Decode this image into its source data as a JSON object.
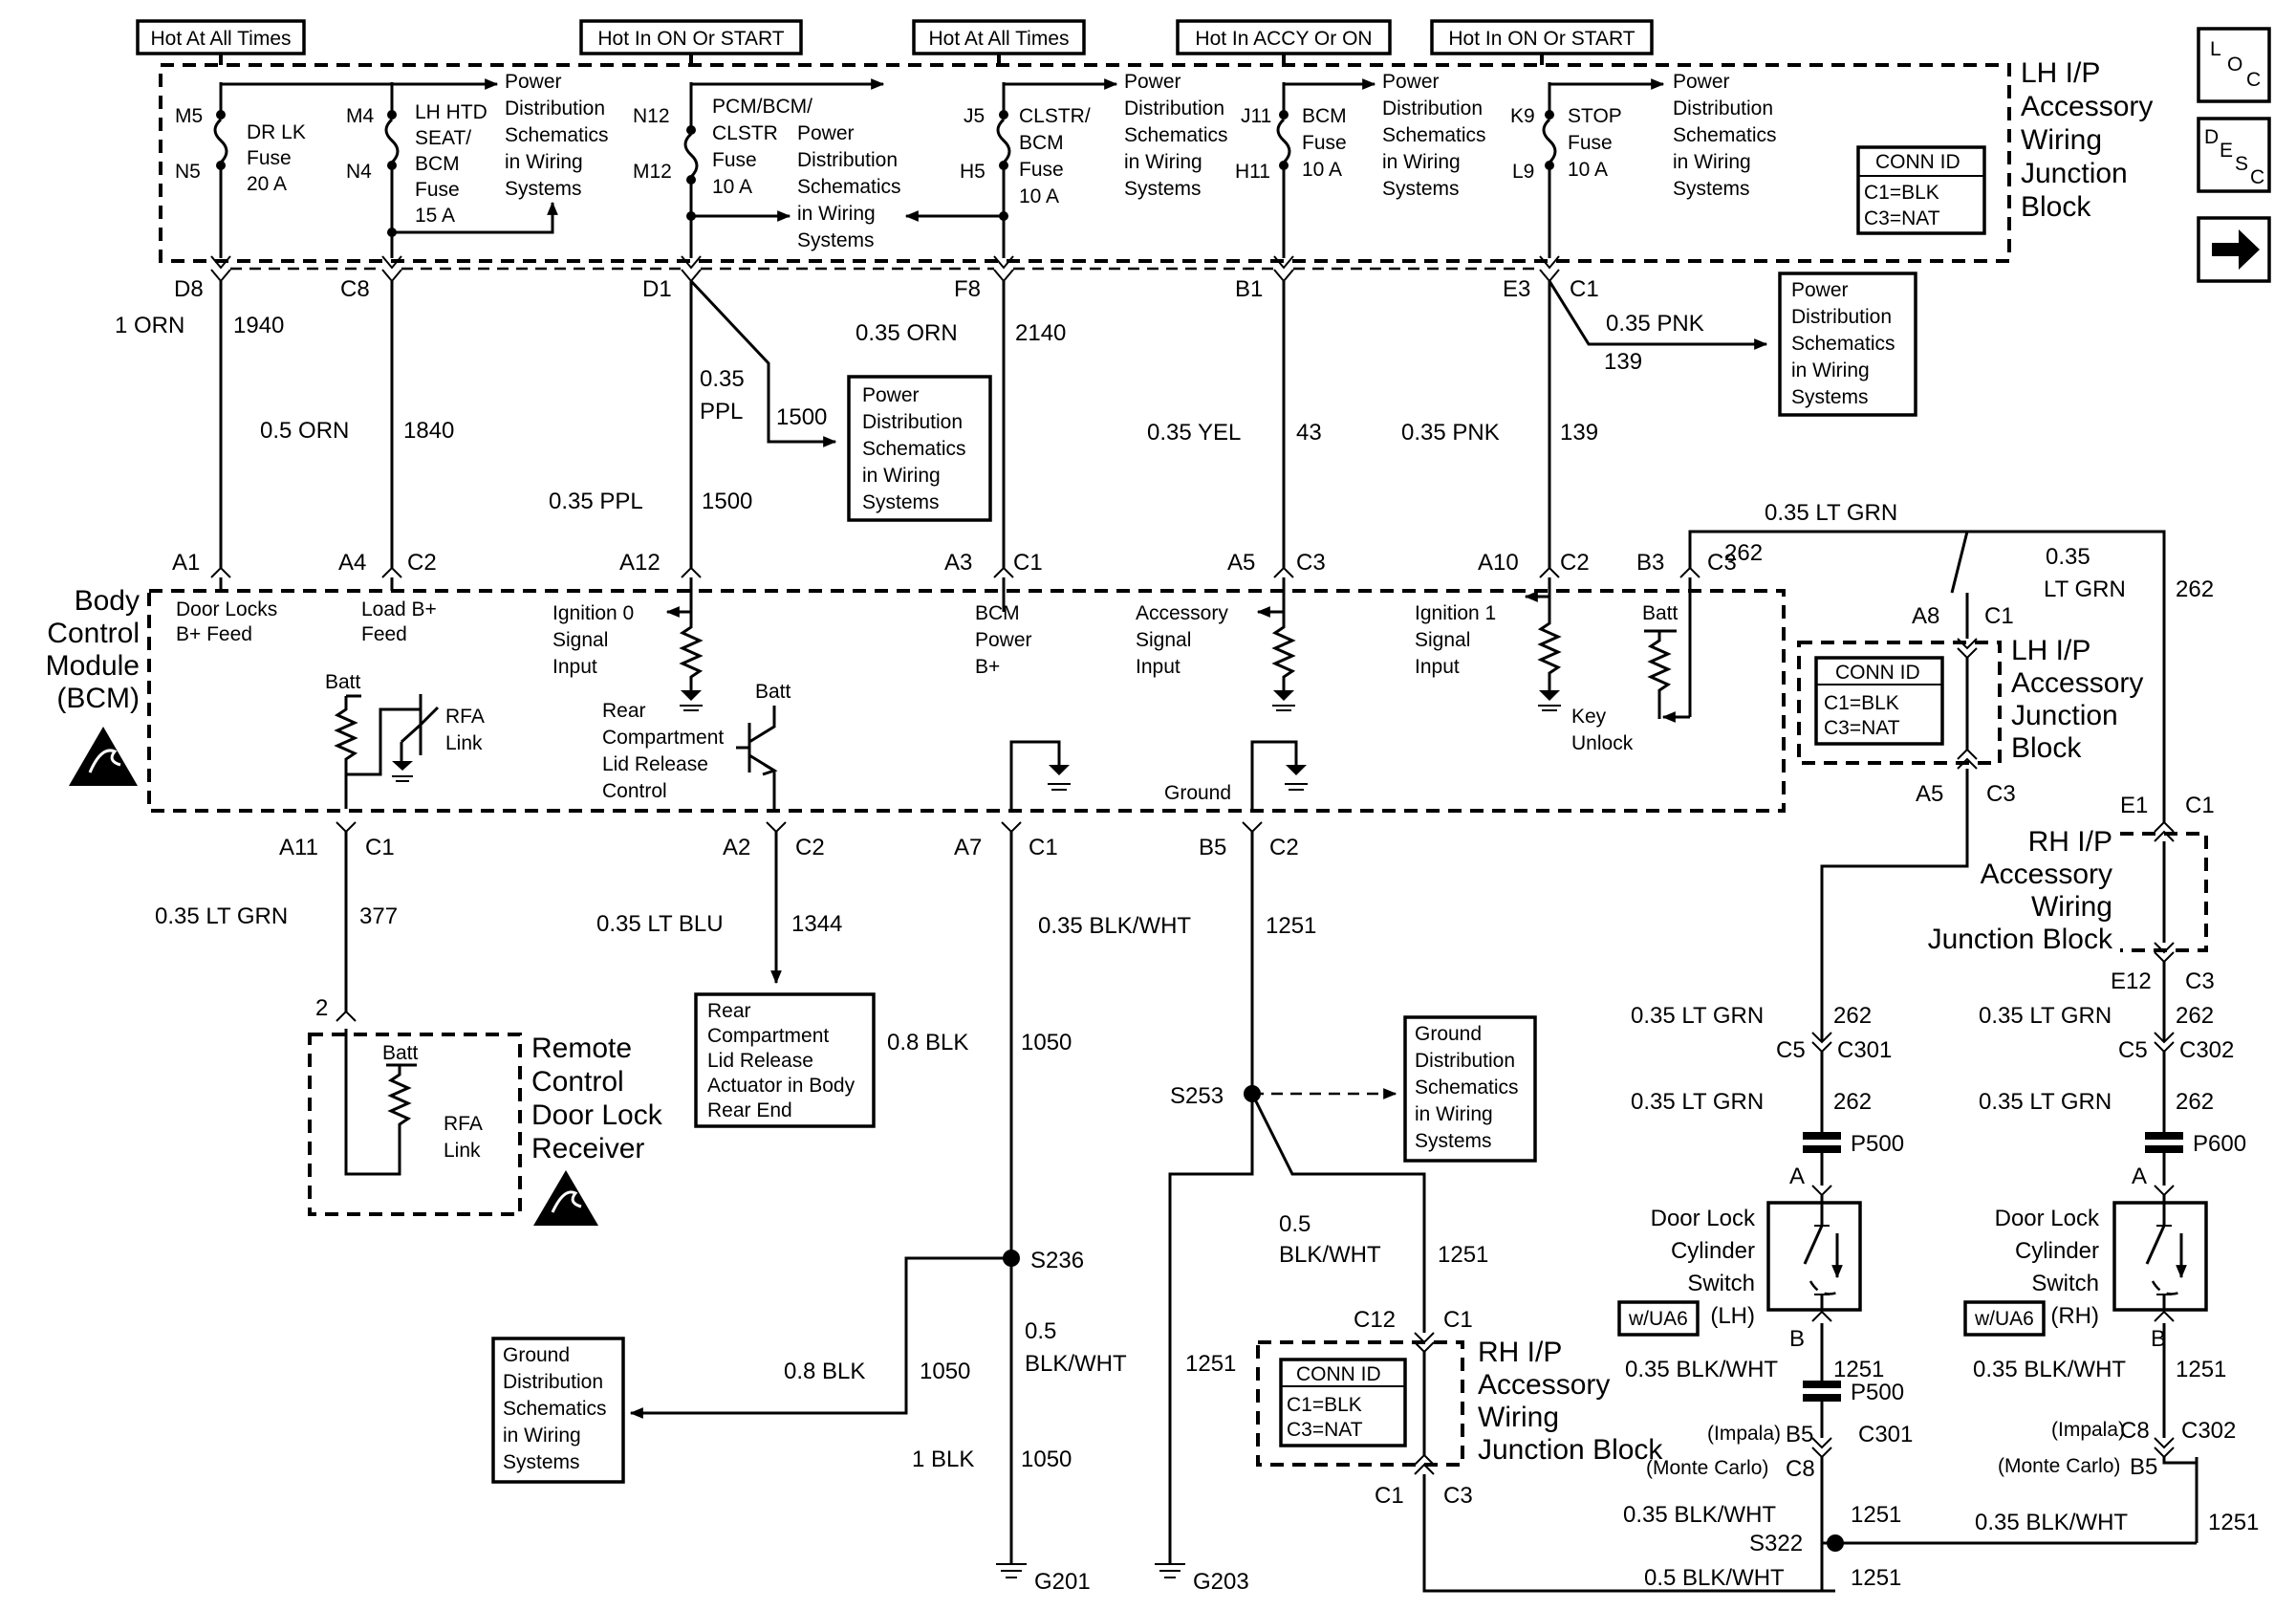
{
  "hot_labels": {
    "h1": "Hot At All Times",
    "h2": "Hot In ON Or START",
    "h3": "Hot At All Times",
    "h4": "Hot In ACCY Or ON",
    "h5": "Hot In ON Or START"
  },
  "junction_block_title": [
    "LH I/P",
    "Accessory",
    "Wiring",
    "Junction",
    "Block"
  ],
  "nav": {
    "loc": [
      "L",
      "O",
      "C"
    ],
    "desc": [
      "D",
      "E",
      "S",
      "C"
    ]
  },
  "fuses": [
    {
      "top": "M5",
      "bottom": "N5",
      "name": [
        "DR LK",
        "Fuse",
        "20 A"
      ]
    },
    {
      "top": "M4",
      "bottom": "N4",
      "name": [
        "LH HTD",
        "SEAT/",
        "BCM",
        "Fuse",
        "15 A"
      ]
    },
    {
      "top": "N12",
      "bottom": "M12",
      "name": [
        "PCM/BCM/",
        "CLSTR",
        "Fuse",
        "10 A"
      ]
    },
    {
      "top": "J5",
      "bottom": "H5",
      "name": [
        "CLSTR/",
        "BCM",
        "Fuse",
        "10 A"
      ]
    },
    {
      "top": "J11",
      "bottom": "H11",
      "name": [
        "BCM",
        "Fuse",
        "10 A"
      ]
    },
    {
      "top": "K9",
      "bottom": "L9",
      "name": [
        "STOP",
        "Fuse",
        "10 A"
      ]
    }
  ],
  "pd_text": [
    "Power",
    "Distribution",
    "Schematics",
    "in Wiring",
    "Systems"
  ],
  "gd_text": [
    "Ground",
    "Distribution",
    "Schematics",
    "in Wiring",
    "Systems"
  ],
  "conn_id": {
    "title": "CONN ID",
    "c1": "C1=BLK",
    "c3": "C3=NAT"
  },
  "pins_top": {
    "d8": "D8",
    "c8": "C8",
    "d1": "D1",
    "f8": "F8",
    "b1": "B1",
    "e3": "E3",
    "c1": "C1"
  },
  "wires": {
    "w1940": {
      "gauge": "1 ORN",
      "circuit": "1940"
    },
    "w1840": {
      "gauge": "0.5 ORN",
      "circuit": "1840"
    },
    "w1500a": {
      "gauge": [
        "0.35",
        "PPL"
      ],
      "circuit": "1500"
    },
    "w1500b": {
      "gauge": "0.35 PPL",
      "circuit": "1500"
    },
    "w2140": {
      "gauge": "0.35 ORN",
      "circuit": "2140"
    },
    "w43": {
      "gauge": "0.35 YEL",
      "circuit": "43"
    },
    "w139a": {
      "gauge": "0.35 PNK",
      "circuit": "139"
    },
    "w139b": {
      "gauge": "0.35 PNK",
      "circuit": "139"
    },
    "w262a": {
      "gauge": "0.35 LT GRN",
      "circuit": "262"
    },
    "w262b": {
      "gauge": [
        "0.35",
        "LT GRN"
      ],
      "circuit": "262"
    },
    "w377": {
      "gauge": "0.35 LT GRN",
      "circuit": "377"
    },
    "w1344": {
      "gauge": "0.35 LT BLU",
      "circuit": "1344"
    },
    "w1251a": {
      "gauge": "0.35 BLK/WHT",
      "circuit": "1251"
    },
    "w1050a": {
      "gauge": "0.8 BLK",
      "circuit": "1050"
    },
    "w1050b": {
      "gauge": "0.8 BLK",
      "circuit": "1050"
    },
    "w1050c": {
      "gauge": "1 BLK",
      "circuit": "1050"
    },
    "w1251b": {
      "gauge": [
        "0.5",
        "BLK/WHT"
      ],
      "circuit": "1251"
    },
    "w1251c": {
      "gauge": [
        "0.5",
        "BLK/WHT"
      ],
      "circuit": "1251"
    },
    "w262c": {
      "gauge": "0.35 LT GRN",
      "circuit": "262"
    },
    "w262d": {
      "gauge": "0.35 LT GRN",
      "circuit": "262"
    },
    "w262e": {
      "gauge": "0.35 LT GRN",
      "circuit": "262"
    },
    "w262f": {
      "gauge": "0.35 LT GRN",
      "circuit": "262"
    },
    "w1251d": {
      "gauge": "0.35 BLK/WHT",
      "circuit": "1251"
    },
    "w1251e": {
      "gauge": "0.35 BLK/WHT",
      "circuit": "1251"
    },
    "w1251f": {
      "gauge": "0.35 BLK/WHT",
      "circuit": "1251"
    },
    "w1251g": {
      "gauge": "0.35 BLK/WHT",
      "circuit": "1251"
    },
    "w1251h": {
      "gauge": "0.5 BLK/WHT",
      "circuit": "1251"
    }
  },
  "bcm": {
    "title": [
      "Body",
      "Control",
      "Module",
      "(BCM)"
    ],
    "pins_top": {
      "a1": "A1",
      "a4": "A4",
      "c2a": "C2",
      "a12": "A12",
      "a3": "A3",
      "c1a": "C1",
      "a5": "A5",
      "c3a": "C3",
      "a10": "A10",
      "c2b": "C2",
      "b3": "B3",
      "c3b": "C3"
    },
    "inputs": {
      "door_locks": [
        "Door Locks",
        "B+ Feed"
      ],
      "load": [
        "Load B+",
        "Feed"
      ],
      "ign0": [
        "Ignition 0",
        "Signal",
        "Input"
      ],
      "bcm_power": [
        "BCM",
        "Power",
        "B+"
      ],
      "accessory": [
        "Accessory",
        "Signal",
        "Input"
      ],
      "ign1": [
        "Ignition 1",
        "Signal",
        "Input"
      ]
    },
    "batt": "Batt",
    "rfa_link": [
      "RFA",
      "Link"
    ],
    "rear_release": [
      "Rear",
      "Compartment",
      "Lid Release",
      "Control"
    ],
    "ground": "Ground",
    "key_unlock": [
      "Key",
      "Unlock"
    ],
    "pins_bottom": {
      "a11": "A11",
      "c1a": "C1",
      "a2": "A2",
      "c2a": "C2",
      "a7": "A7",
      "c1b": "C1",
      "b5": "B5",
      "c2b": "C2"
    }
  },
  "lh_jb": {
    "title": [
      "LH I/P",
      "Accessory",
      "Junction",
      "Block"
    ],
    "a8": "A8",
    "c1": "C1",
    "a5": "A5",
    "c3": "C3"
  },
  "rh_jb1": {
    "title": [
      "RH I/P",
      "Accessory",
      "Wiring",
      "Junction Block"
    ],
    "e1": "E1",
    "c1": "C1",
    "e12": "E12",
    "c3": "C3"
  },
  "rh_jb2": {
    "title": [
      "RH I/P",
      "Accessory",
      "Wiring",
      "Junction Block"
    ],
    "c12": "C12",
    "c1a": "C1",
    "c1b": "C1",
    "c3": "C3"
  },
  "rcdl": {
    "pin": "2",
    "title": [
      "Remote",
      "Control",
      "Door Lock",
      "Receiver"
    ],
    "batt": "Batt",
    "rfa": [
      "RFA",
      "Link"
    ]
  },
  "rear_actuator": [
    "Rear",
    "Compartment",
    "Lid Release",
    "Actuator in Body",
    "Rear End"
  ],
  "splices": {
    "s253": "S253",
    "s236": "S236",
    "s322": "S322"
  },
  "grounds": {
    "g201": "G201",
    "g203": "G203"
  },
  "connectors": {
    "c5a": "C5",
    "c301a": "C301",
    "c5b": "C5",
    "c302a": "C302",
    "p500a": "P500",
    "p600": "P600",
    "p500b": "P500",
    "a_lh": "A",
    "a_rh": "A",
    "b_lh": "B",
    "b_rh": "B",
    "b5_lh": "B5",
    "c301b": "C301",
    "c8_lh": "C8",
    "c8_rh": "C8",
    "c302b": "C302",
    "b5_rh": "B5",
    "impala_lh": "(Impala)",
    "monte_lh": "(Monte Carlo)",
    "impala_rh": "(Impala)",
    "monte_rh": "(Monte Carlo)"
  },
  "switch_lh": {
    "title": [
      "Door Lock",
      "Cylinder",
      "Switch",
      "(LH)"
    ],
    "option": "w/UA6"
  },
  "switch_rh": {
    "title": [
      "Door Lock",
      "Cylinder",
      "Switch",
      "(RH)"
    ],
    "option": "w/UA6"
  }
}
